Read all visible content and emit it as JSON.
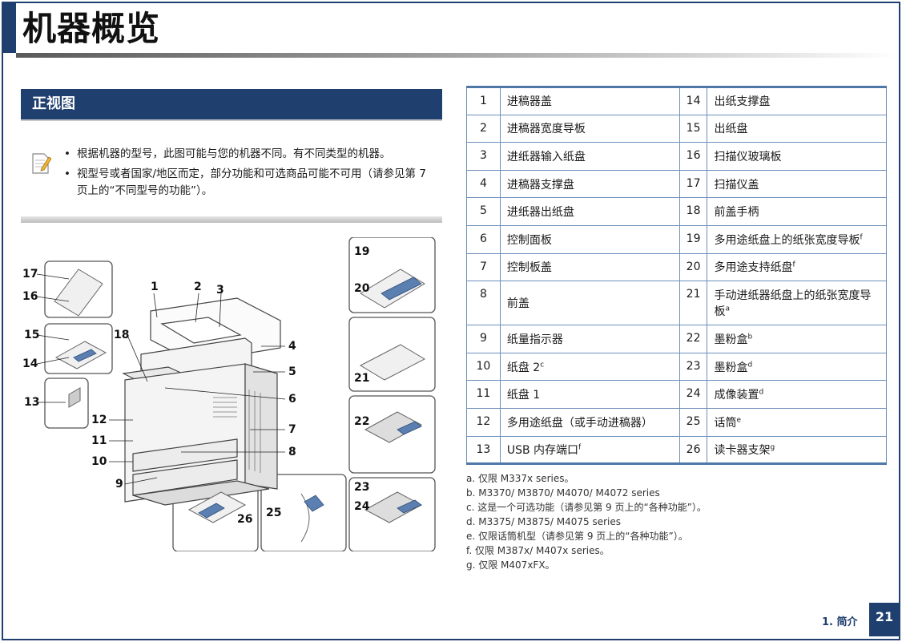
{
  "page": {
    "title": "机器概览",
    "section_heading": "正视图",
    "page_number": "21",
    "footer_label": "1. 简介"
  },
  "note": {
    "icon": "note-pencil-icon",
    "items": [
      "根据机器的型号，此图可能与您的机器不同。有不同类型的机器。",
      "视型号或者国家/地区而定，部分功能和可选商品可能不可用（请参见第 7 页上的“不同型号的功能”）。"
    ]
  },
  "illustration": {
    "callouts": [
      "1",
      "2",
      "3",
      "4",
      "5",
      "6",
      "7",
      "8",
      "9",
      "10",
      "11",
      "12",
      "13",
      "14",
      "15",
      "16",
      "17",
      "18",
      "19",
      "20",
      "21",
      "22",
      "23",
      "24",
      "25",
      "26"
    ]
  },
  "parts_table": {
    "rows": [
      {
        "n1": "1",
        "name1": "进稿器盖",
        "sup1": "",
        "n2": "14",
        "name2": "出纸支撑盘",
        "sup2": ""
      },
      {
        "n1": "2",
        "name1": "进稿器宽度导板",
        "sup1": "",
        "n2": "15",
        "name2": "出纸盘",
        "sup2": ""
      },
      {
        "n1": "3",
        "name1": "进纸器输入纸盘",
        "sup1": "",
        "n2": "16",
        "name2": "扫描仪玻璃板",
        "sup2": ""
      },
      {
        "n1": "4",
        "name1": "进稿器支撑盘",
        "sup1": "",
        "n2": "17",
        "name2": "扫描仪盖",
        "sup2": ""
      },
      {
        "n1": "5",
        "name1": "进纸器出纸盘",
        "sup1": "",
        "n2": "18",
        "name2": "前盖手柄",
        "sup2": ""
      },
      {
        "n1": "6",
        "name1": "控制面板",
        "sup1": "",
        "n2": "19",
        "name2": "多用途纸盘上的纸张宽度导板",
        "sup2": "f"
      },
      {
        "n1": "7",
        "name1": "控制板盖",
        "sup1": "",
        "n2": "20",
        "name2": "多用途支持纸盘",
        "sup2": "f"
      },
      {
        "n1": "8",
        "name1": "前盖",
        "sup1": "",
        "n2": "21",
        "name2": "手动进纸器纸盘上的纸张宽度导板",
        "sup2": "a"
      },
      {
        "n1": "9",
        "name1": "纸量指示器",
        "sup1": "",
        "n2": "22",
        "name2": "墨粉盒",
        "sup2": "b"
      },
      {
        "n1": "10",
        "name1": "纸盘 2",
        "sup1": "c",
        "n2": "23",
        "name2": "墨粉盒",
        "sup2": "d"
      },
      {
        "n1": "11",
        "name1": "纸盘 1",
        "sup1": "",
        "n2": "24",
        "name2": "成像装置",
        "sup2": "d"
      },
      {
        "n1": "12",
        "name1": "多用途纸盘（或手动进稿器）",
        "sup1": "",
        "n2": "25",
        "name2": "话筒",
        "sup2": "e"
      },
      {
        "n1": "13",
        "name1": "USB 内存端口",
        "sup1": "f",
        "n2": "26",
        "name2": "读卡器支架",
        "sup2": "g"
      }
    ]
  },
  "footnotes": [
    "a. 仅限 M337x series。",
    "b. M3370/ M3870/ M4070/ M4072 series",
    "c. 这是一个可选功能（请参见第 9 页上的“各种功能”）。",
    "d. M3375/ M3875/ M4075 series",
    "e. 仅限话筒机型（请参见第 9 页上的“各种功能”）。",
    "f. 仅限 M387x/ M407x series。",
    "g. 仅限 M407xFX。"
  ],
  "colors": {
    "brand_blue": "#1f3f6e",
    "table_rule": "#4f77a8"
  }
}
